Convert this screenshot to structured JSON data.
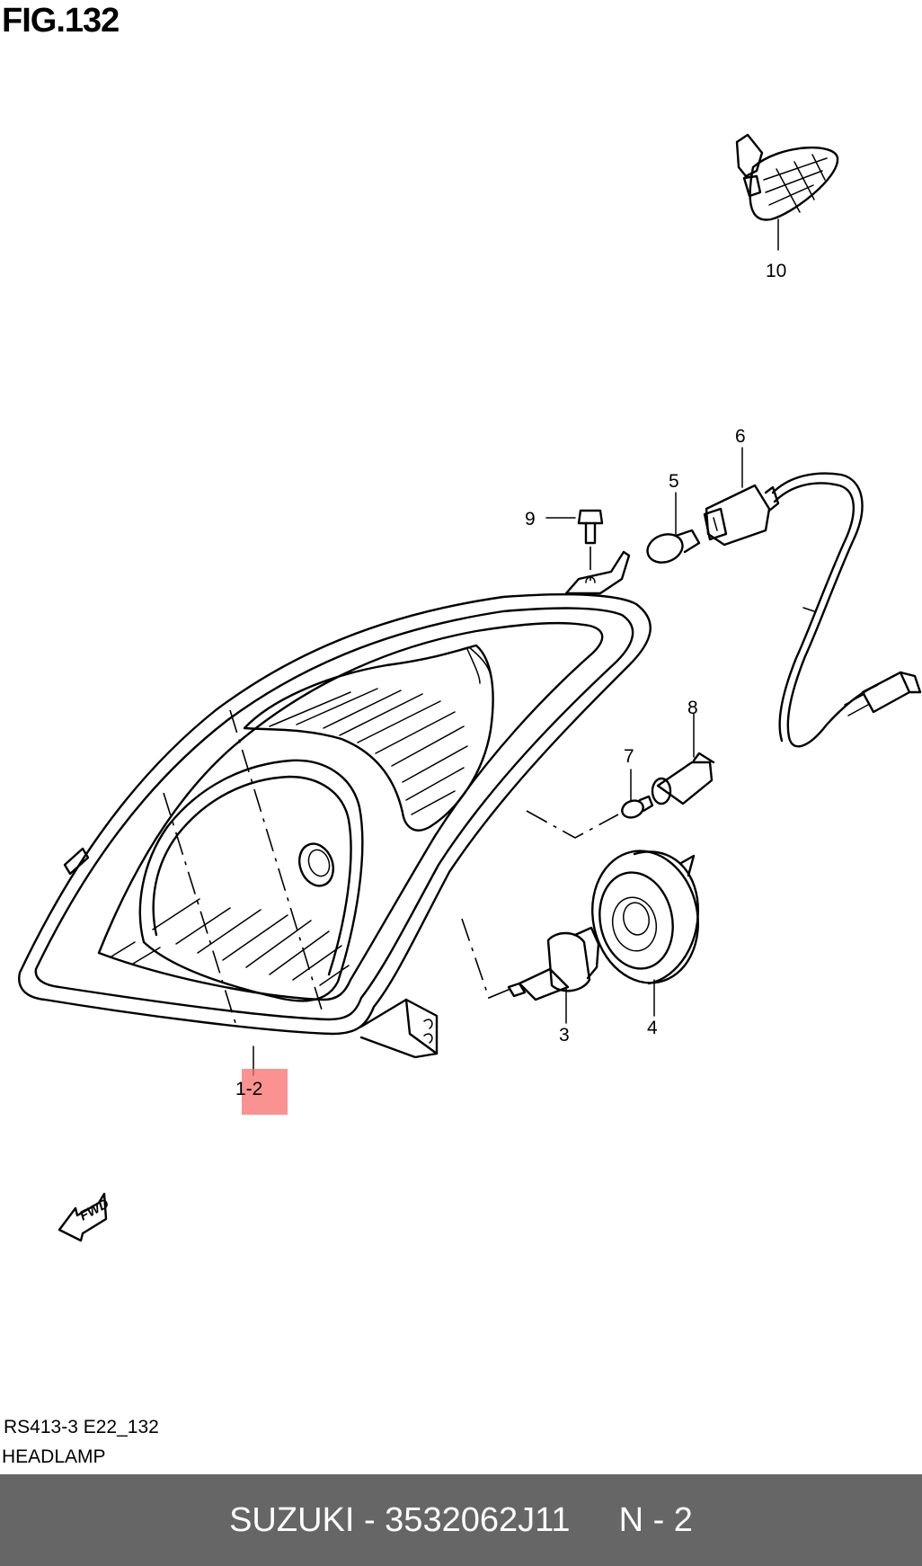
{
  "figure": {
    "title": "FIG.132"
  },
  "callouts": {
    "c10": "10",
    "c9": "9",
    "c6": "6",
    "c5": "5",
    "c8": "8",
    "c7": "7",
    "c3": "3",
    "c4": "4",
    "c12": "1-2"
  },
  "fwd_label": "FWD",
  "reference": {
    "code": "RS413-3 E22_132",
    "title": "HEADLAMP"
  },
  "footer": {
    "part": "SUZUKI - 3532062J11",
    "qty": "N - 2"
  },
  "colors": {
    "highlight": "#FA6E6E",
    "footer_bg": "#666666",
    "footer_text": "#FFFFFF"
  }
}
